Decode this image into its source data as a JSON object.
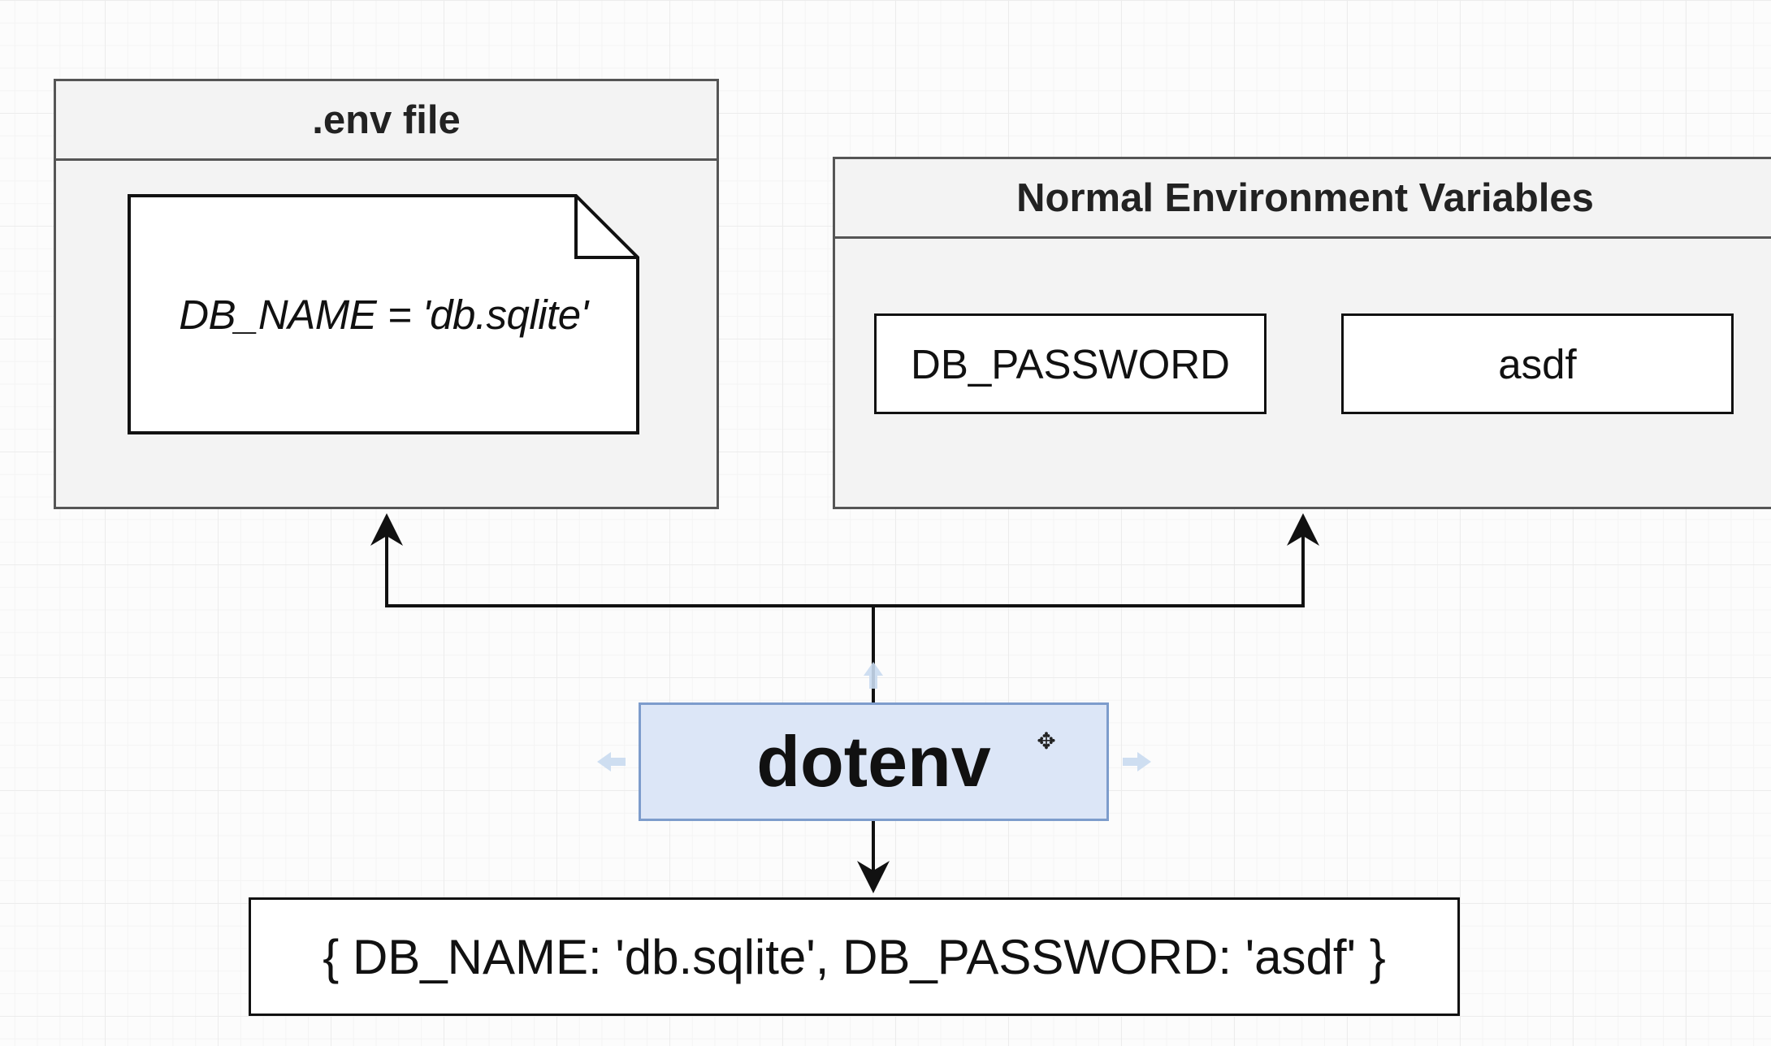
{
  "env_file": {
    "title": ".env file",
    "content": "DB_NAME = 'db.sqlite'"
  },
  "normal_env": {
    "title": "Normal Environment Variables",
    "key": "DB_PASSWORD",
    "value": "asdf"
  },
  "dotenv": {
    "label": "dotenv",
    "cursor_icon": "move-cursor-icon"
  },
  "result": {
    "text": "{ DB_NAME: 'db.sqlite', DB_PASSWORD: 'asdf' }"
  },
  "colors": {
    "group_fill": "#f3f3f3",
    "group_border": "#555555",
    "dotenv_fill": "#dce6f7",
    "dotenv_border": "#7d9ccc",
    "connector_hint": "#c9daf0"
  }
}
